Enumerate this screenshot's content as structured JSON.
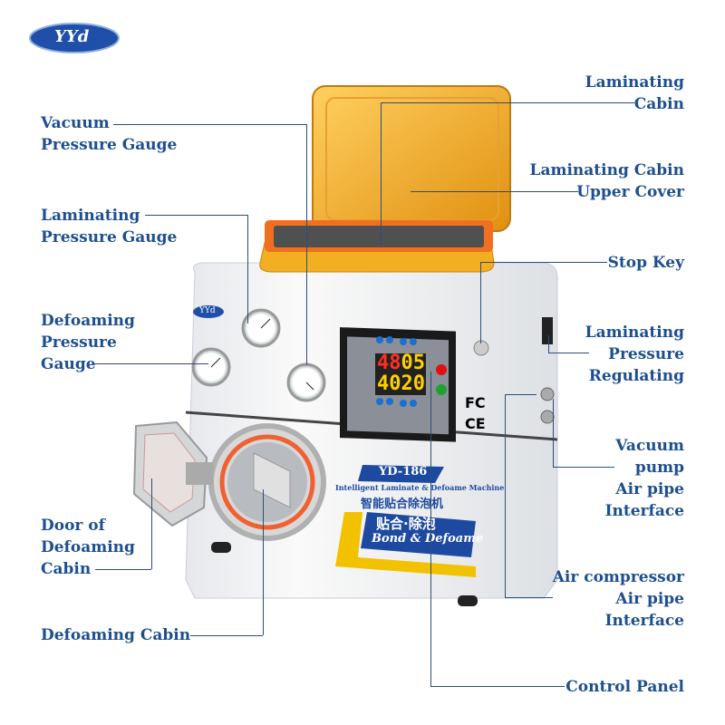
{
  "brand_logo": "YYd",
  "machine": {
    "model": "YD-186",
    "subtitle_en": "Intelligent Laminate & Defoame Machine",
    "subtitle_cn": "智能贴合除泡机",
    "banner_cn": "贴合·除泡",
    "banner_en": "Bond & Defoame",
    "panel_readout": {
      "top_left": "48",
      "top_right": "05",
      "bottom_left": "40",
      "bottom_right": "20"
    },
    "certifications": [
      "FC",
      "CE"
    ],
    "body_logo": "YYd"
  },
  "labels": {
    "vacuum_gauge": [
      "Vacuum",
      "Pressure Gauge"
    ],
    "laminating_gauge": [
      "Laminating",
      "Pressure Gauge"
    ],
    "defoaming_gauge": [
      "Defoaming",
      "Pressure",
      "Gauge"
    ],
    "door": [
      "Door of",
      "Defoaming",
      "Cabin"
    ],
    "defoaming_cabin": [
      "Defoaming Cabin"
    ],
    "laminating_cabin": [
      "Laminating",
      "Cabin"
    ],
    "upper_cover": [
      "Laminating Cabin",
      "Upper Cover"
    ],
    "stop_key": [
      "Stop Key"
    ],
    "regulating": [
      "Laminating",
      "Pressure",
      "Regulating"
    ],
    "vacuum_pipe": [
      "Vacuum",
      "pump",
      "Air pipe",
      "Interface"
    ],
    "air_pipe": [
      "Air compressor",
      "Air pipe",
      "Interface"
    ],
    "control_panel": [
      "Control Panel"
    ]
  },
  "colors": {
    "label": "#1d4f8f",
    "lid": "#f0a820",
    "body": "#f4f5f7",
    "accent_blue": "#1d4aa0",
    "accent_yellow": "#f2c200"
  }
}
